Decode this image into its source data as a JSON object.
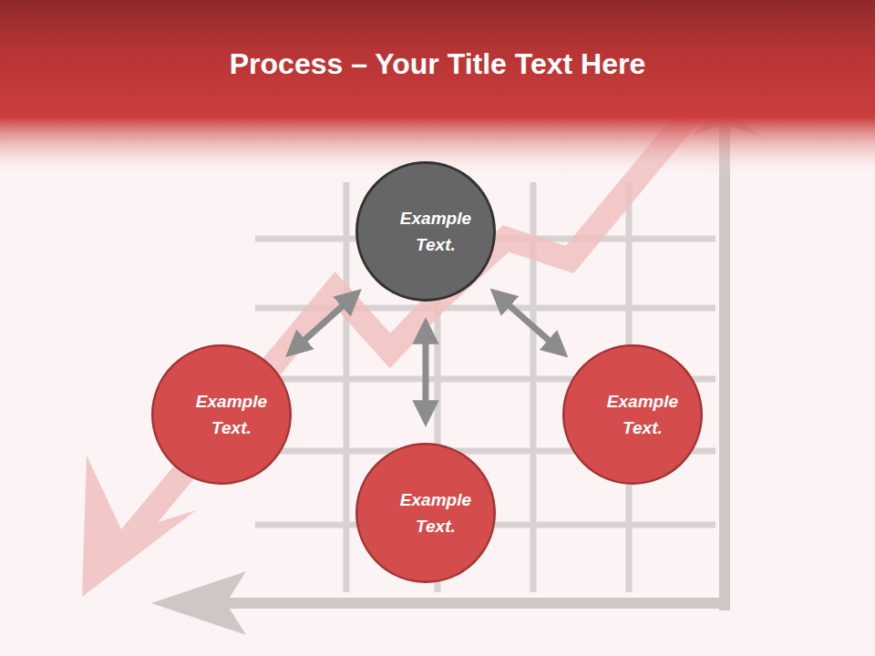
{
  "diagram": {
    "title": "Process – Your Title Text Here",
    "nodes": [
      {
        "text": [
          "Example Text."
        ]
      },
      {
        "text": [
          "Example Text."
        ]
      },
      {
        "text": [
          "Example Text."
        ]
      },
      {
        "text": [
          "Example Text."
        ]
      }
    ],
    "edges": [
      {
        "from": 0,
        "to": 1,
        "arrow": "both"
      },
      {
        "from": 0,
        "to": 3,
        "arrow": "both"
      },
      {
        "from": 0,
        "to": 2,
        "arrow": "both"
      }
    ]
  }
}
